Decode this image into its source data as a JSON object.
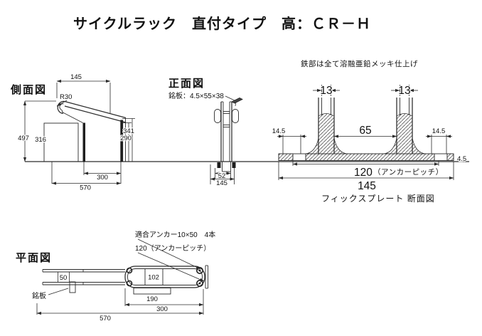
{
  "title": "サイクルラック　直付タイプ　高：ＣＲ－Ｈ",
  "colors": {
    "line": "#2b2b2b",
    "text": "#111111",
    "background": "#ffffff"
  },
  "side_view": {
    "label": "側面図",
    "dim_top_width": "145",
    "radius_label": "R30",
    "dim_height_total": "497",
    "dim_height_support": "316",
    "dim_height_rear_outer": "341",
    "dim_height_rear_inner": "290",
    "dim_depth_rack": "300",
    "dim_depth_total": "570"
  },
  "front_view": {
    "label": "正面図",
    "nameplate_note": "銘板：4.5×55×38",
    "dim_width_inner": "52",
    "dim_width_total": "145"
  },
  "section_view": {
    "finish_note": "鉄部は全て溶融亜鉛メッキ仕上げ",
    "caption": "フィックスプレート 断面図",
    "dim_pipe_left": "13",
    "dim_pipe_right": "13",
    "dim_center_gap": "65",
    "dim_edge_left": "14.5",
    "dim_edge_right": "14.5",
    "dim_plate_thickness": "4.5",
    "dim_anchor_pitch": "120",
    "anchor_pitch_suffix": "（アンカーピッチ）",
    "dim_plate_width": "145"
  },
  "plan_view": {
    "label": "平面図",
    "anchor_note": "適合アンカー10×50　4本",
    "anchor_pitch_note": "120（アンカーピッチ）",
    "nameplate_label": "銘板",
    "dim_rail_gap": "50",
    "dim_frame_width": "102",
    "dim_plate_length": "190",
    "dim_rack_depth": "300",
    "dim_total_depth": "570"
  }
}
